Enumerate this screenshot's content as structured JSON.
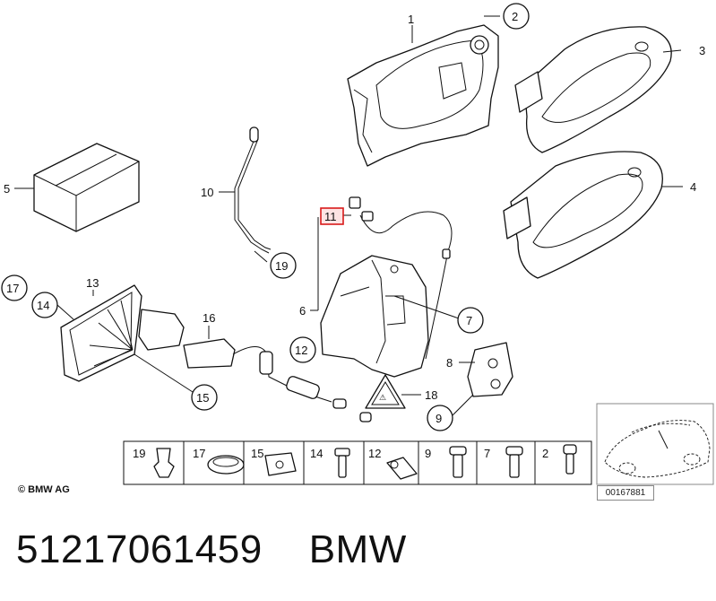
{
  "callouts": {
    "c1": "1",
    "c2": "2",
    "c3": "3",
    "c4": "4",
    "c5": "5",
    "c6": "6",
    "c7": "7",
    "c8": "8",
    "c9": "9",
    "c10": "10",
    "c11": "11",
    "c12": "12",
    "c13": "13",
    "c14": "14",
    "c15": "15",
    "c16": "16",
    "c17": "17",
    "c18": "18",
    "c19": "19"
  },
  "strip": [
    "19",
    "17",
    "15",
    "14",
    "12",
    "9",
    "7",
    "2"
  ],
  "copyright": "© BMW AG",
  "reference_number": "00167881",
  "footer": {
    "part_number": "51217061459",
    "brand": "BMW"
  },
  "highlight_color": "#d81a1a"
}
